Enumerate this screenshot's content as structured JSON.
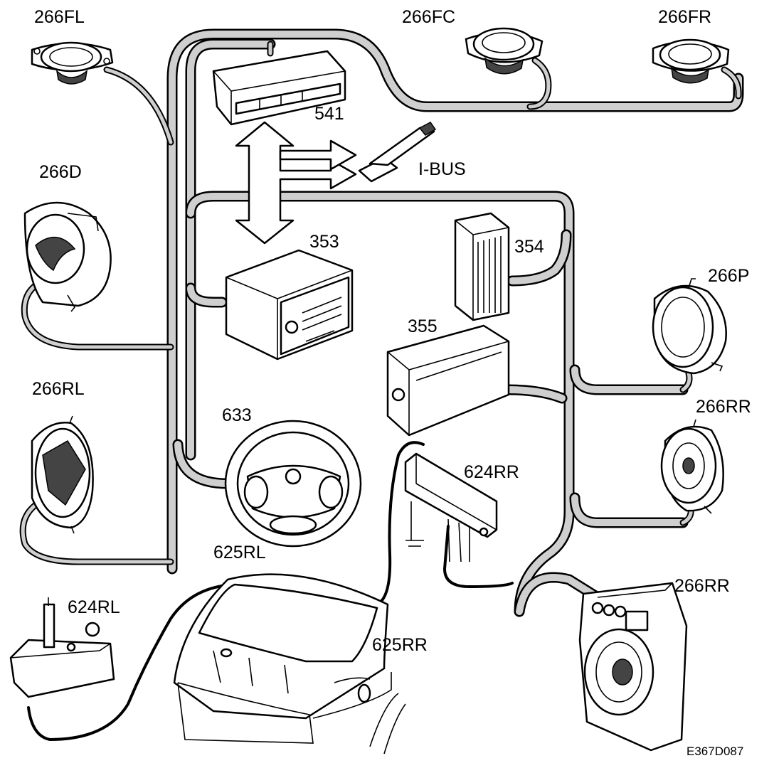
{
  "labels": {
    "fl": "266FL",
    "fc": "266FC",
    "fr": "266FR",
    "d": "266D",
    "radio_541": "541",
    "ibus": "I-BUS",
    "unit_353": "353",
    "unit_354": "354",
    "unit_355": "355",
    "p": "266P",
    "rl": "266RL",
    "rr_upper": "266RR",
    "steering_633": "633",
    "amp_624rr": "624RR",
    "antenna_625rl": "625RL",
    "amp_624rl": "624RL",
    "antenna_625rr": "625RR",
    "rr_lower": "266RR"
  },
  "figure_code": "E367D087"
}
